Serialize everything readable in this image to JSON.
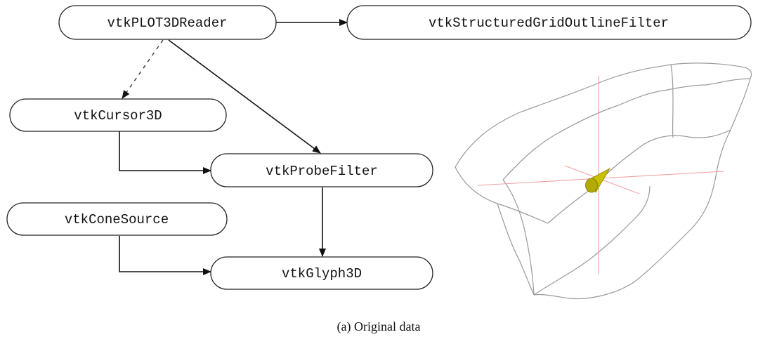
{
  "diagram": {
    "nodes": [
      {
        "id": "reader",
        "label": "vtkPLOT3DReader"
      },
      {
        "id": "outline_filter",
        "label": "vtkStructuredGridOutlineFilter"
      },
      {
        "id": "cursor",
        "label": "vtkCursor3D"
      },
      {
        "id": "probe",
        "label": "vtkProbeFilter"
      },
      {
        "id": "cone",
        "label": "vtkConeSource"
      },
      {
        "id": "glyph",
        "label": "vtkGlyph3D"
      }
    ],
    "edges": [
      {
        "from": "reader",
        "to": "outline_filter",
        "style": "solid"
      },
      {
        "from": "reader",
        "to": "cursor",
        "style": "dashed"
      },
      {
        "from": "reader",
        "to": "probe",
        "style": "solid"
      },
      {
        "from": "cursor",
        "to": "probe",
        "style": "solid"
      },
      {
        "from": "probe",
        "to": "glyph",
        "style": "solid"
      },
      {
        "from": "cone",
        "to": "glyph",
        "style": "solid"
      }
    ]
  },
  "rendering": {
    "outline_color": "#9a9a9a",
    "cursor_color": "#f0a0a0",
    "glyph_color": "#c8c000"
  },
  "caption": "(a) Original data"
}
